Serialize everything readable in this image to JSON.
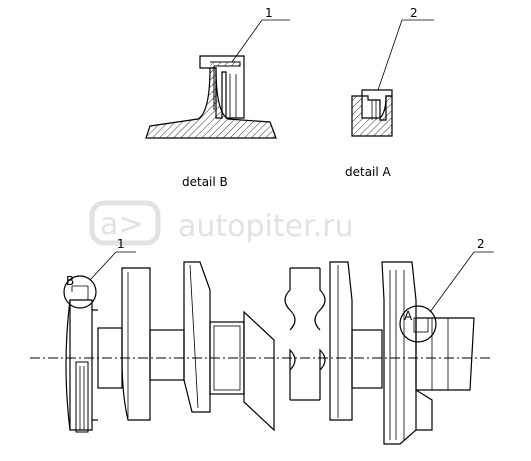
{
  "details": {
    "detail_b": {
      "label": "detail  B",
      "callout": "1"
    },
    "detail_a": {
      "label": "detail  A",
      "callout": "2"
    }
  },
  "assembly": {
    "callout_1": "1",
    "callout_2": "2",
    "marker_b": "B",
    "marker_a": "A"
  },
  "watermark": {
    "text": "autopiter.ru"
  },
  "colors": {
    "line": "#000000",
    "hatch": "#000000",
    "watermark": "#e2e2e2",
    "background": "#ffffff"
  }
}
